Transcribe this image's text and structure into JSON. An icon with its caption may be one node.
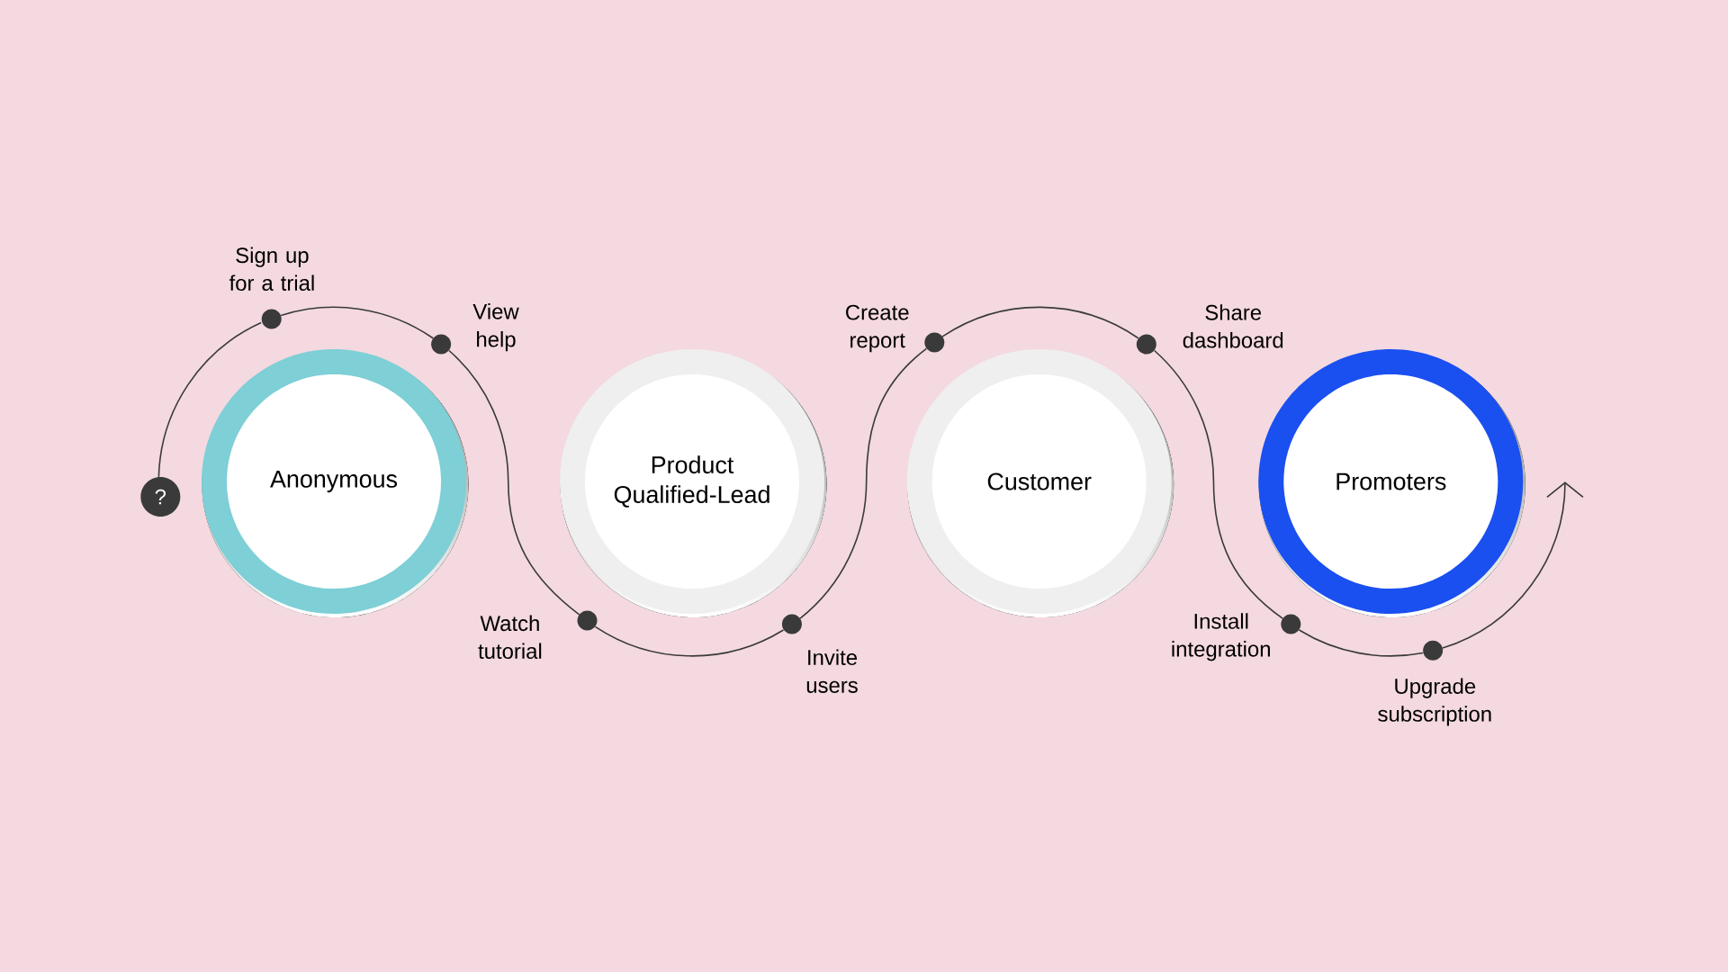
{
  "diagram": {
    "nodes": [
      {
        "text": [
          "Anonymous"
        ]
      },
      {
        "text": [
          "Product Qualified-Lead"
        ]
      },
      {
        "text": [
          "Customer"
        ]
      },
      {
        "text": [
          "Promoters"
        ]
      },
      {
        "text": [
          "?"
        ]
      },
      {
        "text": [],
        "shape": "circle"
      },
      {
        "text": [],
        "shape": "circle"
      },
      {
        "text": [],
        "shape": "circle"
      },
      {
        "text": [],
        "shape": "circle"
      },
      {
        "text": [],
        "shape": "circle"
      },
      {
        "text": [],
        "shape": "circle"
      },
      {
        "text": [],
        "shape": "circle"
      },
      {
        "text": [],
        "shape": "circle"
      }
    ],
    "edges": [
      {
        "from": 4,
        "to": 5,
        "arrow": "none"
      },
      {
        "from": 5,
        "to": 6,
        "arrow": "none"
      },
      {
        "from": 6,
        "to": 7,
        "arrow": "none"
      },
      {
        "from": 7,
        "to": 8,
        "arrow": "none"
      },
      {
        "from": 8,
        "to": 9,
        "arrow": "none"
      },
      {
        "from": 9,
        "to": 10,
        "arrow": "none"
      },
      {
        "from": 10,
        "to": 11,
        "arrow": "none"
      },
      {
        "from": 11,
        "to": 12,
        "arrow": "none"
      },
      {
        "from": 12,
        "to": null,
        "arrow": "to"
      }
    ],
    "labels": [
      "Sign up for a trial",
      "View help",
      "Watch tutorial",
      "Invite users",
      "Create report",
      "Share dashboard",
      "Install integration",
      "Upgrade subscription"
    ]
  }
}
